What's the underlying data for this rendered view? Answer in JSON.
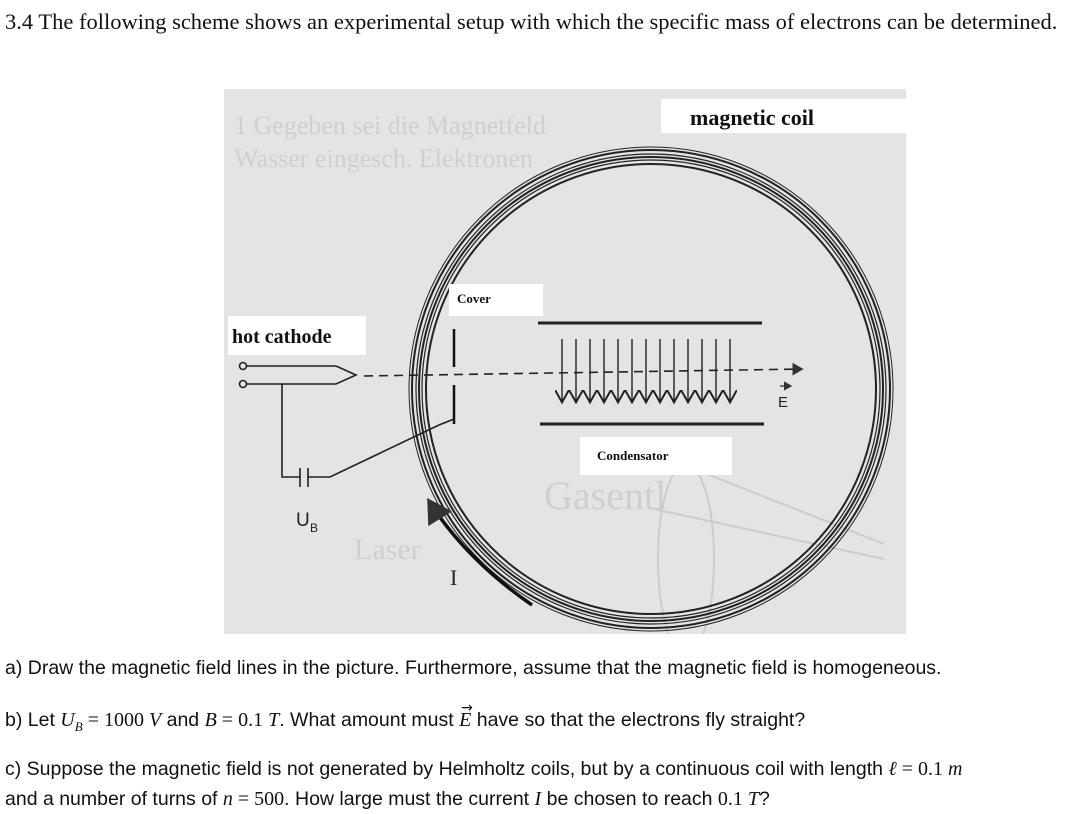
{
  "intro": {
    "text": "3.4 The following scheme shows an experimental setup with which the specific mass of electrons can be determined."
  },
  "figure": {
    "labels": {
      "magnetic_coil": "magnetic coil",
      "cover": "Cover",
      "hot_cathode": "hot cathode",
      "condensator": "Condensator",
      "field_symbol": "E",
      "voltage_symbol": "U",
      "voltage_sub": "B",
      "current_symbol": "I"
    }
  },
  "questions": {
    "a": "a) Draw the magnetic field lines in the picture. Furthermore, assume that the magnetic field is homogeneous.",
    "b": {
      "prefix": "b) Let ",
      "ub_var": "U",
      "ub_sub": "B",
      "eq1": " = 1000 ",
      "unit_v": "V",
      "and": " and ",
      "b_var": "B",
      "eq2": " = 0.1 ",
      "unit_t": "T",
      "mid": ". What amount must ",
      "e_var": "E",
      "suffix": " have so that the electrons fly straight?"
    },
    "c": {
      "line1_prefix": "c) Suppose the magnetic field is not generated by Helmholtz coils, but by a continuous coil with length ",
      "len_var": "ℓ",
      "len_eq": " = 0.1 ",
      "len_unit": "m",
      "line2_prefix": "and a number of turns of ",
      "n_var": "n",
      "n_eq": " = 500",
      "line2_mid": ". How large must the current ",
      "i_var": "I",
      "line2_mid2": " be chosen to reach ",
      "target": "0.1 ",
      "target_unit": "T",
      "line2_end": "?"
    }
  }
}
